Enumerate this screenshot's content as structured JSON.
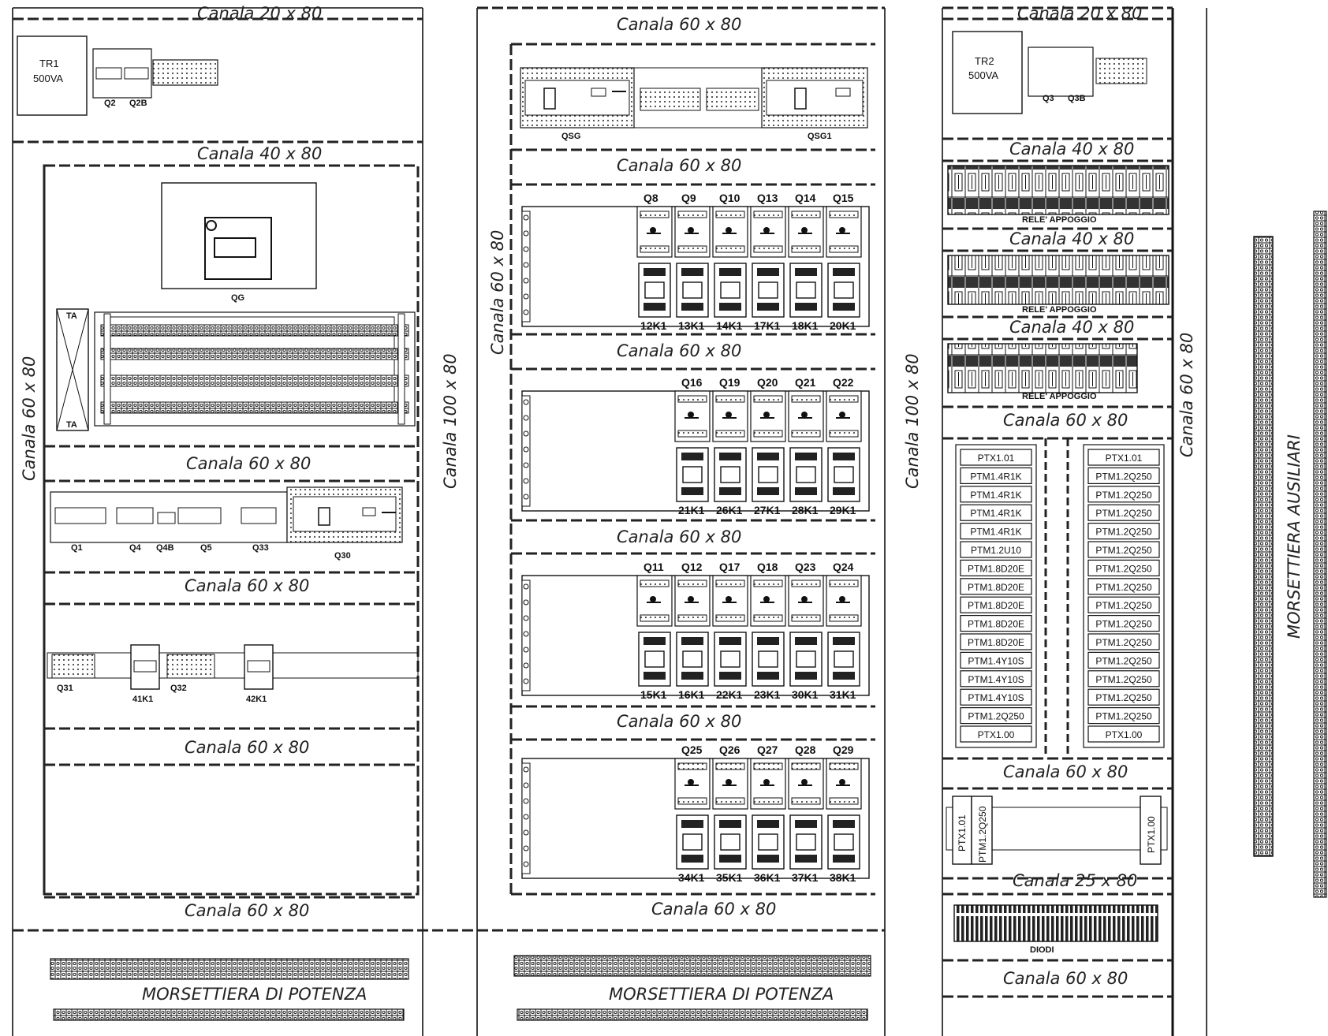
{
  "ducts": {
    "top_left": "Canala 20 x 80",
    "top_right": "Canala 20 x 80",
    "c1_a": "Canala 40 x 80",
    "c1_b": "Canala 60 x 80",
    "c1_c": "Canala 60 x 80",
    "c1_d": "Canala 60 x 80",
    "c1_e": "Canala 60 x 80",
    "c2_a": "Canala 60 x 80",
    "c2_b": "Canala 60 x 80",
    "c2_c": "Canala 60 x 80",
    "c2_d": "Canala 60 x 80",
    "c2_e": "Canala 60 x 80",
    "c2_f": "Canala 60 x 80",
    "c3_a": "Canala 40 x 80",
    "c3_b": "Canala 40 x 80",
    "c3_c": "Canala 40 x 80",
    "c3_d": "Canala 60 x 80",
    "c3_e": "Canala 60 x 80",
    "c3_f": "Canala 25 x 80",
    "c3_g": "Canala 60 x 80",
    "v_left": "Canala 60 x 80",
    "v_mid1": "Canala 100 x 80",
    "v_mid2": "Canala 60 x 80",
    "v_mid3": "Canala 100 x 80",
    "v_right": "Canala 60 x 80"
  },
  "transformers": {
    "tr1": "TR1",
    "tr1_va": "500VA",
    "tr2": "TR2",
    "tr2_va": "500VA"
  },
  "col1": {
    "q2": "Q2",
    "q2b": "Q2B",
    "qg": "QG",
    "ta_top": "TA",
    "ta_bottom": "TA",
    "row_breakers": [
      "Q1",
      "Q4",
      "Q4B",
      "Q5",
      "Q33",
      "Q30"
    ],
    "q31": "Q31",
    "k41": "41K1",
    "q32": "Q32",
    "k42": "42K1",
    "terminal_label": "MORSETTIERA DI POTENZA"
  },
  "col2": {
    "qsg": "QSG",
    "qsg1": "QSG1",
    "rack1_q": [
      "Q8",
      "Q9",
      "Q10",
      "Q13",
      "Q14",
      "Q15"
    ],
    "rack1_k": [
      "12K1",
      "13K1",
      "14K1",
      "17K1",
      "18K1",
      "20K1"
    ],
    "rack2_q": [
      "Q16",
      "Q19",
      "Q20",
      "Q21",
      "Q22"
    ],
    "rack2_k": [
      "21K1",
      "26K1",
      "27K1",
      "28K1",
      "29K1"
    ],
    "rack3_q": [
      "Q11",
      "Q12",
      "Q17",
      "Q18",
      "Q23",
      "Q24"
    ],
    "rack3_k": [
      "15K1",
      "16K1",
      "22K1",
      "23K1",
      "30K1",
      "31K1"
    ],
    "rack4_q": [
      "Q25",
      "Q26",
      "Q27",
      "Q28",
      "Q29"
    ],
    "rack4_k": [
      "34K1",
      "35K1",
      "36K1",
      "37K1",
      "38K1"
    ],
    "terminal_label": "MORSETTIERA DI POTENZA"
  },
  "col3": {
    "q3": "Q3",
    "q3b": "Q3B",
    "relay1": "RELE' APPOGGIO",
    "relay2": "RELE' APPOGGIO",
    "relay3": "RELE' APPOGGIO",
    "left_modules": [
      "PTX1.01",
      "PTM1.4R1K",
      "PTM1.4R1K",
      "PTM1.4R1K",
      "PTM1.4R1K",
      "PTM1.2U10",
      "PTM1.8D20E",
      "PTM1.8D20E",
      "PTM1.8D20E",
      "PTM1.8D20E",
      "PTM1.8D20E",
      "PTM1.4Y10S",
      "PTM1.4Y10S",
      "PTM1.4Y10S",
      "PTM1.2Q250",
      "PTX1.00"
    ],
    "right_modules": [
      "PTX1.01",
      "PTM1.2Q250",
      "PTM1.2Q250",
      "PTM1.2Q250",
      "PTM1.2Q250",
      "PTM1.2Q250",
      "PTM1.2Q250",
      "PTM1.2Q250",
      "PTM1.2Q250",
      "PTM1.2Q250",
      "PTM1.2Q250",
      "PTM1.2Q250",
      "PTM1.2Q250",
      "PTM1.2Q250",
      "PTM1.2Q250",
      "PTX1.00"
    ],
    "rail_a": "PTX1.01",
    "rail_b": "PTM1.2Q250",
    "rail_c": "PTX1.00",
    "diodi": "DIODI"
  },
  "aux_terminal_label": "MORSETTIERA AUSILIARI"
}
